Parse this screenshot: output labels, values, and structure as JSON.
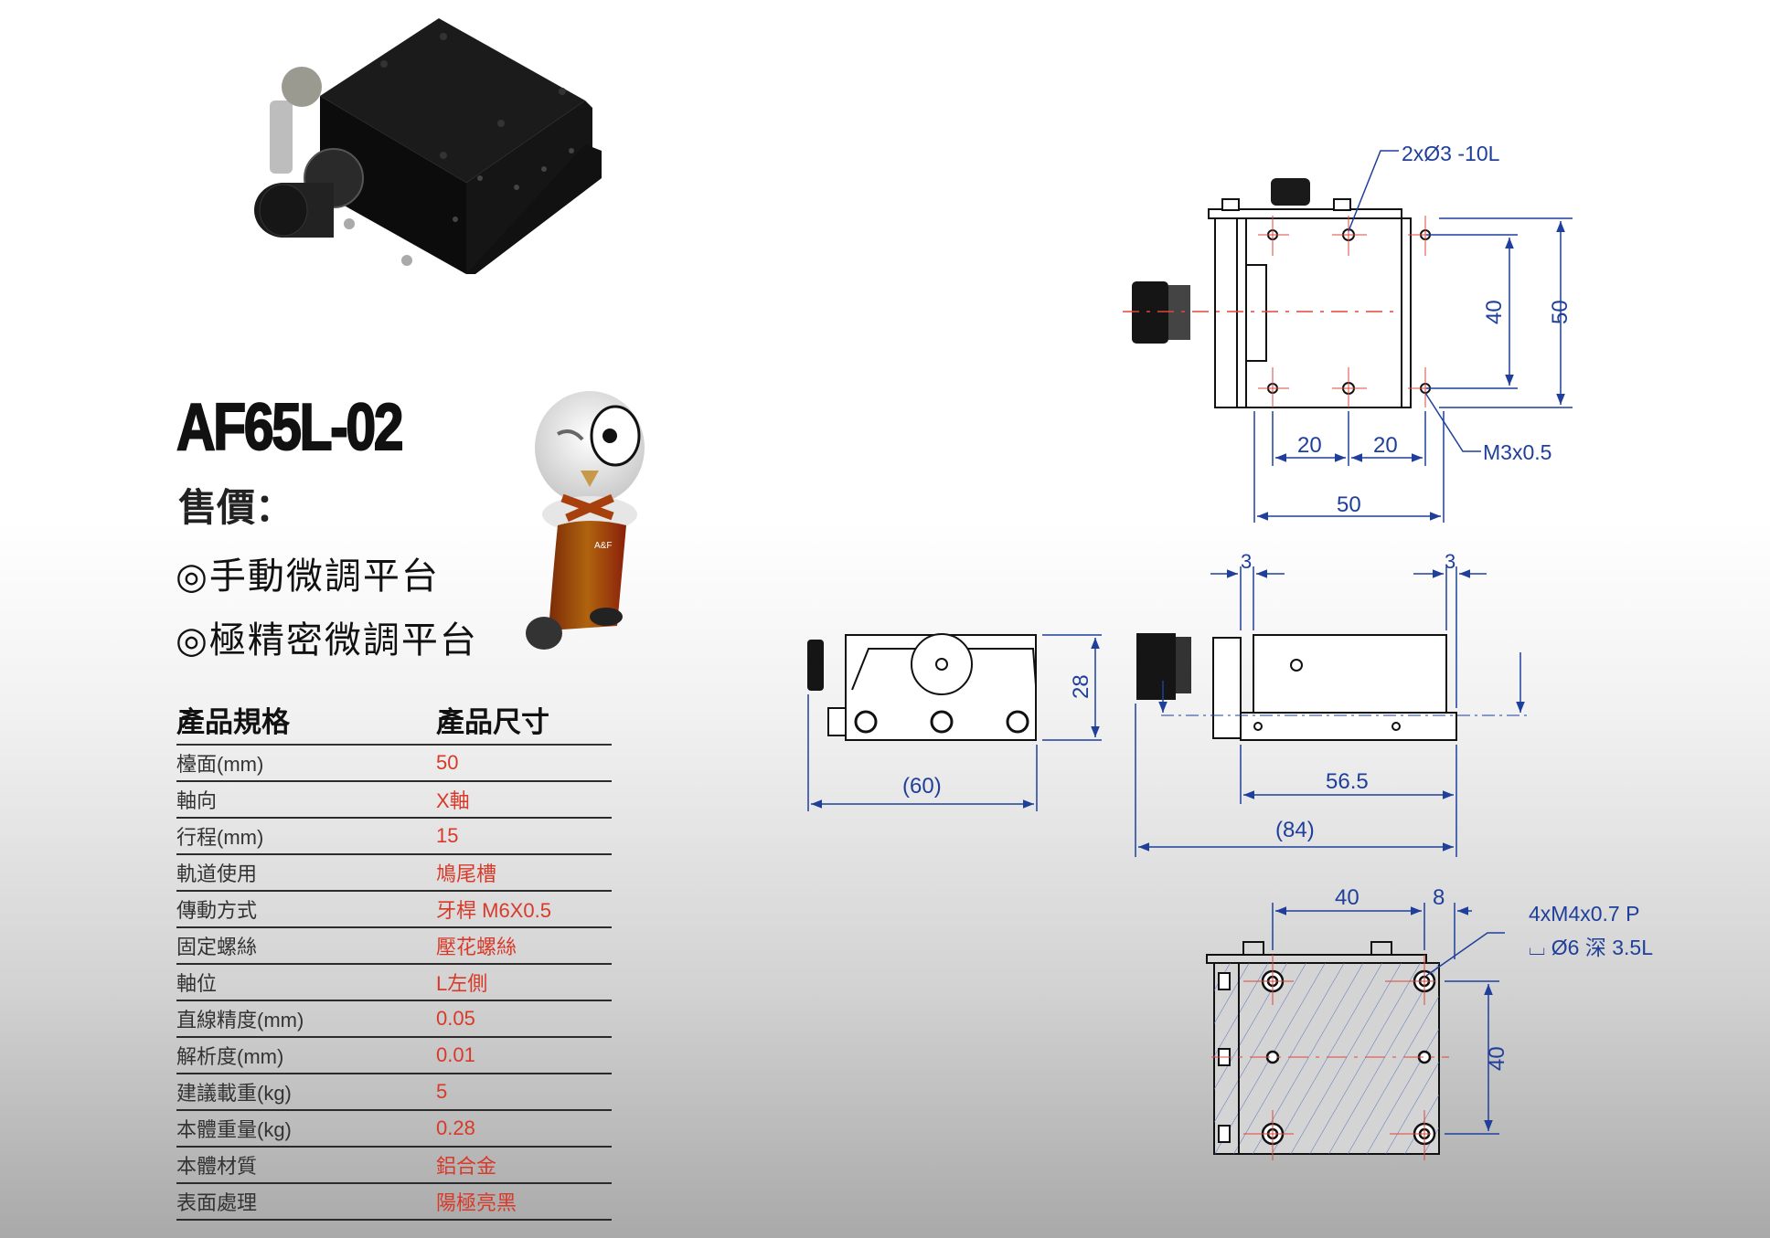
{
  "product": {
    "model": "AF65L-02",
    "price_label": "售價：",
    "features": [
      "◎手動微調平台",
      "◎極精密微調平台"
    ],
    "mascot_badge": "A&F"
  },
  "spec_table": {
    "headers": [
      "產品規格",
      "產品尺寸"
    ],
    "rows": [
      {
        "label": "檯面(mm)",
        "value": "50"
      },
      {
        "label": "軸向",
        "value": "X軸"
      },
      {
        "label": "行程(mm)",
        "value": "15"
      },
      {
        "label": "軌道使用",
        "value": "鳩尾槽"
      },
      {
        "label": "傳動方式",
        "value": "牙桿 M6X0.5"
      },
      {
        "label": "固定螺絲",
        "value": "壓花螺絲"
      },
      {
        "label": "軸位",
        "value": "L左側"
      },
      {
        "label": "直線精度(mm)",
        "value": "0.05"
      },
      {
        "label": "解析度(mm)",
        "value": "0.01"
      },
      {
        "label": "建議載重(kg)",
        "value": "5"
      },
      {
        "label": "本體重量(kg)",
        "value": "0.28"
      },
      {
        "label": "本體材質",
        "value": "鋁合金"
      },
      {
        "label": "表面處理",
        "value": "陽極亮黑"
      }
    ]
  },
  "drawings": {
    "top_view": {
      "hole_callout": "2xØ3 -10L",
      "thread_callout": "M3x0.5",
      "dim_hole_pitch_left": "20",
      "dim_hole_pitch_right": "20",
      "dim_width": "50",
      "dim_hole_span": "40",
      "dim_depth": "50"
    },
    "front_view": {
      "dim_height": "28",
      "dim_length": "(60)"
    },
    "side_view": {
      "dim_left_offset": "3",
      "dim_right_offset": "3",
      "dim_body": "56.5",
      "dim_total": "(84)"
    },
    "bottom_view": {
      "dim_hole_pitch": "40",
      "dim_edge": "8",
      "dim_vertical": "40",
      "callout_line1": "4xM4x0.7 P",
      "callout_line2": "⌴ Ø6 深 3.5L"
    },
    "colors": {
      "dimension": "#1f3f9a",
      "centerline": "#e0463a",
      "outline": "#111111",
      "value_text": "#d83a2a"
    }
  }
}
